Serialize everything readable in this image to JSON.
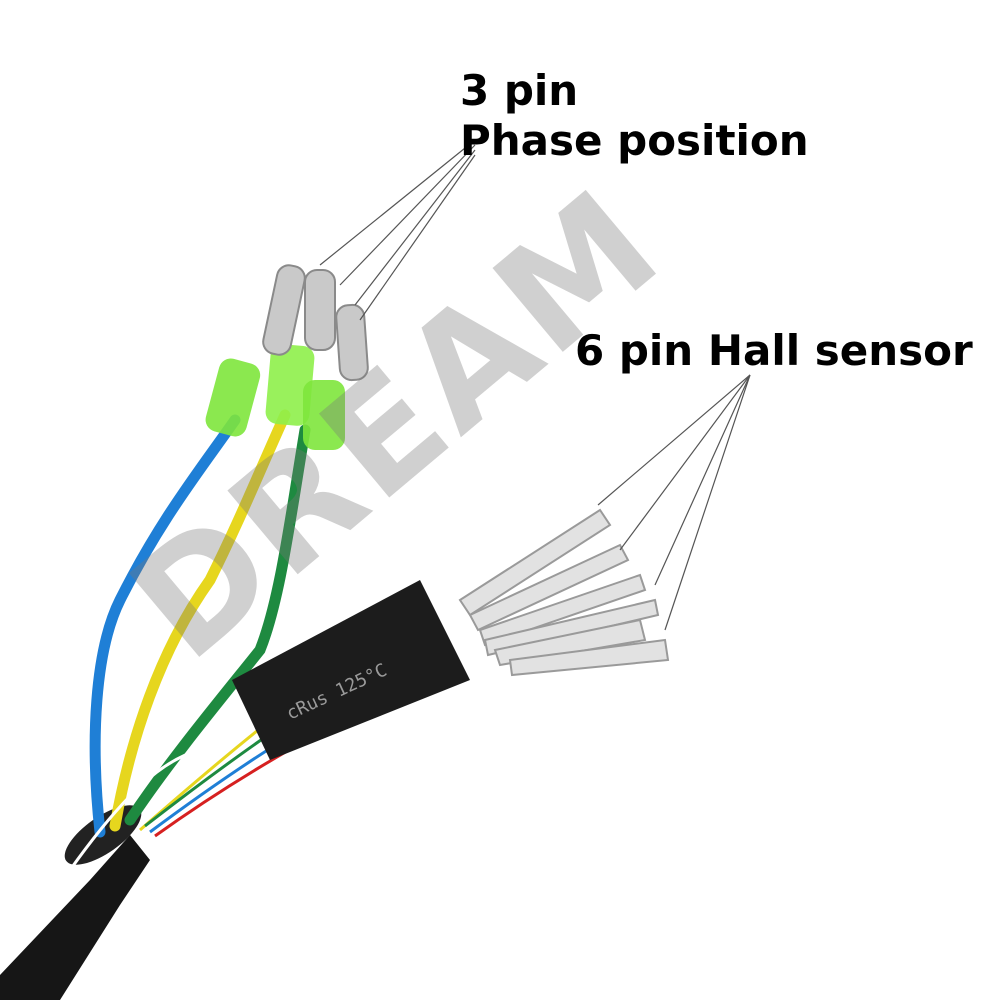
{
  "labels": {
    "three_pin": "3 pin",
    "phase_position": "Phase position",
    "hall_sensor": "6 pin Hall sensor"
  },
  "sleeve_text": "cRus 125°C",
  "watermark_text": "DREAM",
  "colors": {
    "cable": "#161616",
    "wire_blue": "#1f7fd6",
    "wire_yellow": "#e6d61e",
    "wire_green": "#1e8a40",
    "connector_sleeve": "#7ee63c",
    "sleeve": "#1c1c1c"
  }
}
